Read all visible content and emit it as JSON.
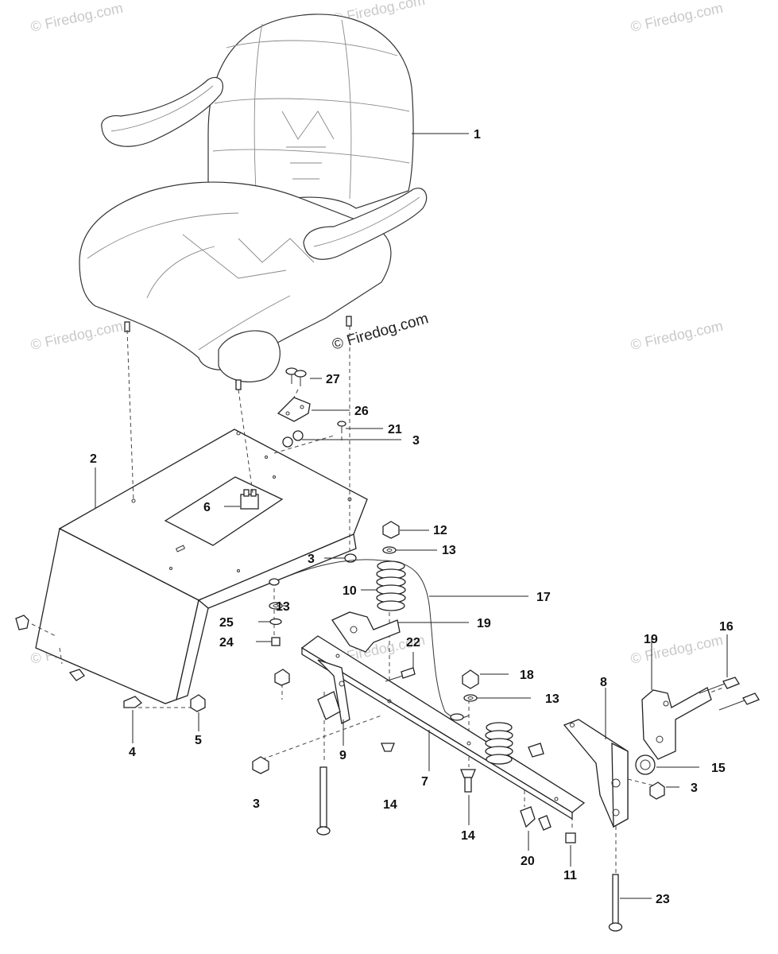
{
  "watermarks": {
    "text": "© Firedog.com"
  },
  "callouts": [
    {
      "id": "c1",
      "label": "1"
    },
    {
      "id": "c2",
      "label": "2"
    },
    {
      "id": "c3a",
      "label": "3"
    },
    {
      "id": "c3b",
      "label": "3"
    },
    {
      "id": "c3c",
      "label": "3"
    },
    {
      "id": "c3d",
      "label": "3"
    },
    {
      "id": "c4",
      "label": "4"
    },
    {
      "id": "c5",
      "label": "5"
    },
    {
      "id": "c6",
      "label": "6"
    },
    {
      "id": "c7",
      "label": "7"
    },
    {
      "id": "c8",
      "label": "8"
    },
    {
      "id": "c9",
      "label": "9"
    },
    {
      "id": "c10",
      "label": "10"
    },
    {
      "id": "c11",
      "label": "11"
    },
    {
      "id": "c12",
      "label": "12"
    },
    {
      "id": "c13a",
      "label": "13"
    },
    {
      "id": "c13b",
      "label": "13"
    },
    {
      "id": "c13c",
      "label": "13"
    },
    {
      "id": "c14a",
      "label": "14"
    },
    {
      "id": "c14b",
      "label": "14"
    },
    {
      "id": "c15",
      "label": "15"
    },
    {
      "id": "c16",
      "label": "16"
    },
    {
      "id": "c17",
      "label": "17"
    },
    {
      "id": "c18",
      "label": "18"
    },
    {
      "id": "c19a",
      "label": "19"
    },
    {
      "id": "c19b",
      "label": "19"
    },
    {
      "id": "c20",
      "label": "20"
    },
    {
      "id": "c21",
      "label": "21"
    },
    {
      "id": "c22",
      "label": "22"
    },
    {
      "id": "c23",
      "label": "23"
    },
    {
      "id": "c24",
      "label": "24"
    },
    {
      "id": "c25",
      "label": "25"
    },
    {
      "id": "c26",
      "label": "26"
    },
    {
      "id": "c27",
      "label": "27"
    }
  ]
}
